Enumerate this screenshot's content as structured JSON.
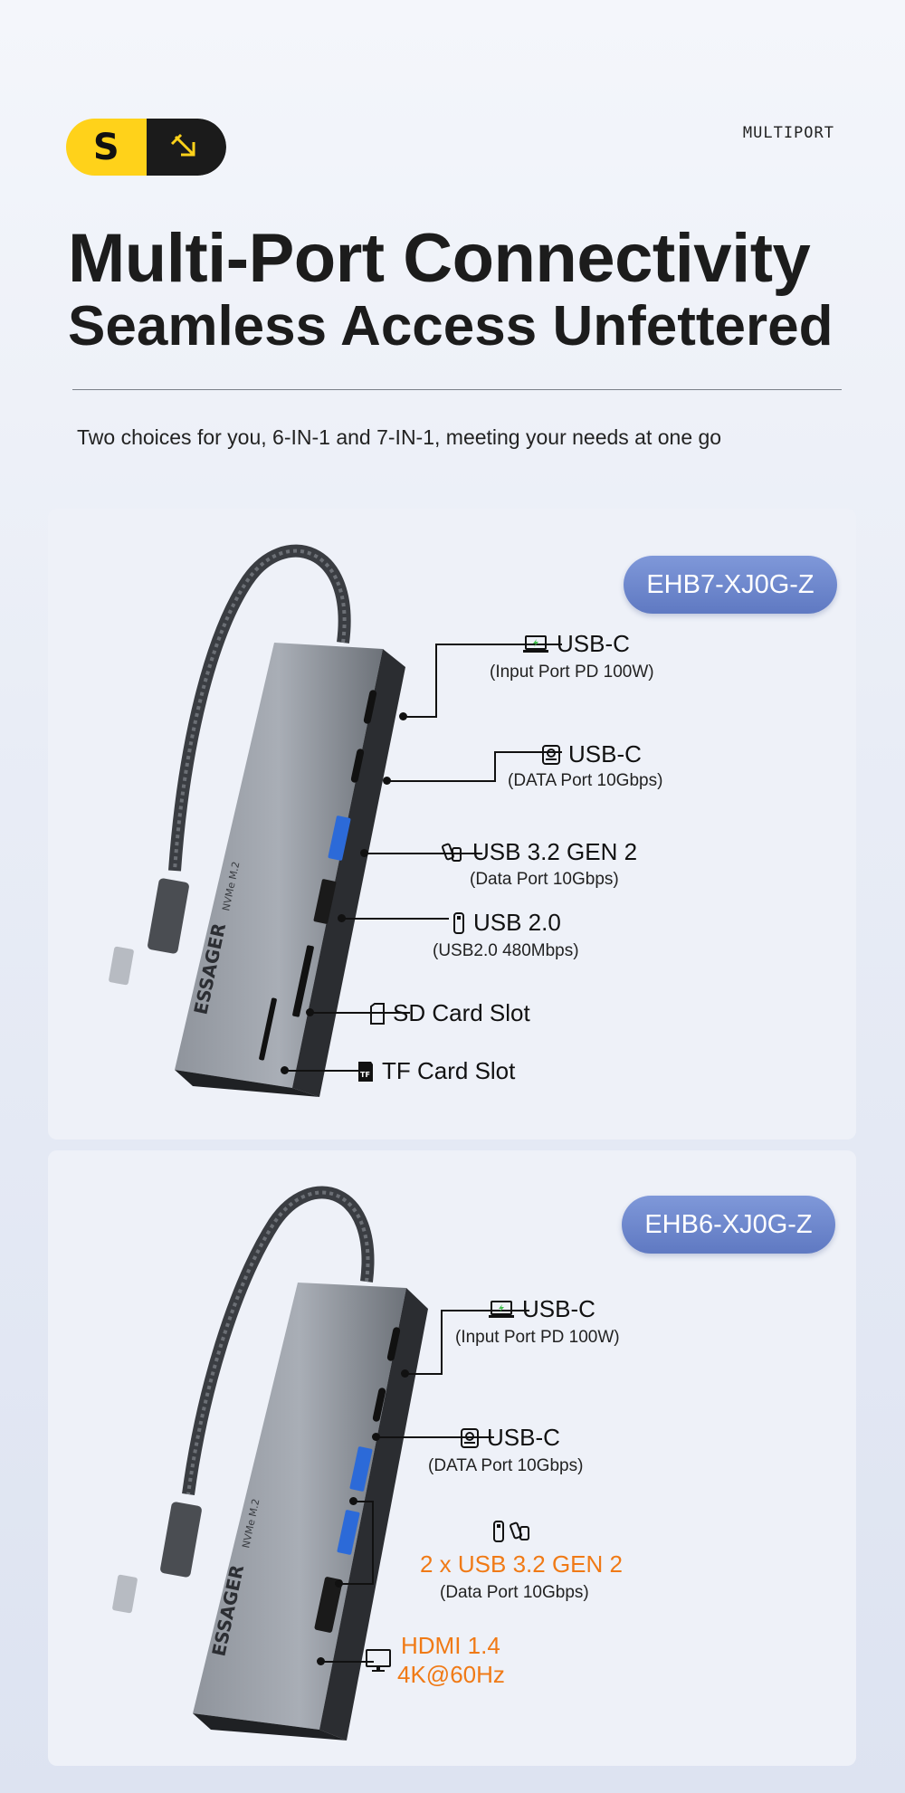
{
  "brand": {
    "logo_letter": "S",
    "tag": "MULTIPORT"
  },
  "header": {
    "title_line1": "Multi-Port Connectivity",
    "title_line2": "Seamless Access Unfettered",
    "subtitle": "Two choices for you, 6-IN-1 and 7-IN-1, meeting your needs at one go"
  },
  "products": [
    {
      "model": "EHB7-XJ0G-Z",
      "device_text": "ESSAGER",
      "device_badge": "NVMe M.2",
      "ports": [
        {
          "title": "USB-C",
          "sub": "(Input Port PD 100W)",
          "icon": "laptop-charging-icon"
        },
        {
          "title": "USB-C",
          "sub": "(DATA Port 10Gbps)",
          "icon": "hard-drive-icon"
        },
        {
          "title": "USB 3.2 GEN 2",
          "sub": "(Data Port 10Gbps)",
          "icon": "usb-drives-icon"
        },
        {
          "title": "USB 2.0",
          "sub": "(USB2.0 480Mbps)",
          "icon": "usb-drive-icon"
        },
        {
          "title": "SD Card Slot",
          "sub": "",
          "icon": "sd-card-icon"
        },
        {
          "title": "TF Card Slot",
          "sub": "",
          "icon": "tf-card-icon"
        }
      ]
    },
    {
      "model": "EHB6-XJ0G-Z",
      "device_text": "ESSAGER",
      "device_badge": "NVMe M.2",
      "ports": [
        {
          "title": "USB-C",
          "sub": "(Input Port PD 100W)",
          "icon": "laptop-charging-icon"
        },
        {
          "title": "USB-C",
          "sub": "(DATA Port 10Gbps)",
          "icon": "hard-drive-icon"
        },
        {
          "title": "2 x USB 3.2 GEN 2",
          "sub": "(Data Port 10Gbps)",
          "icon": "usb-drives-icon"
        },
        {
          "title": "HDMI 1.4",
          "sub": "4K@60Hz",
          "icon": "monitor-icon"
        }
      ]
    }
  ],
  "colors": {
    "accent_orange": "#f07a16",
    "pill_blue": "#6a84cc",
    "logo_yellow": "#ffd21a"
  }
}
